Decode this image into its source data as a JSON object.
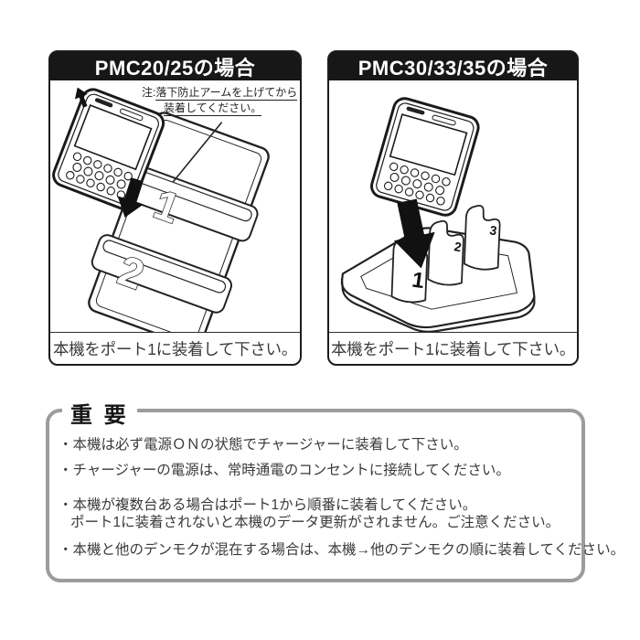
{
  "panels": [
    {
      "header": "PMC20/25の場合",
      "note_prefix": "注:",
      "note_line1": "落下防止アームを上げてから",
      "note_line2": "装着してください。",
      "caption": "本機をポート1に装着して下さい。",
      "port_labels": [
        "1",
        "2"
      ]
    },
    {
      "header": "PMC30/33/35の場合",
      "caption": "本機をポート1に装着して下さい。",
      "port_labels": [
        "1",
        "2",
        "3"
      ]
    }
  ],
  "important": {
    "title": "重 要",
    "items": [
      {
        "lines": [
          "・本機は必ず電源ＯＮの状態でチャージャーに装着して下さい。"
        ]
      },
      {
        "lines": [
          "・チャージャーの電源は、常時通電のコンセントに接続してください。"
        ]
      },
      {
        "lines": [
          "・本機が複数台ある場合はポート1から順番に装着してください。",
          "ポート1に装着されないと本機のデータ更新がされません。ご注意ください。"
        ]
      },
      {
        "lines": [
          "・本機と他のデンモクが混在する場合は、本機→他のデンモクの順に装着してください。"
        ]
      }
    ]
  },
  "colors": {
    "header_bg": "#171717",
    "header_text": "#ffffff",
    "line_art": "#222222",
    "box_border": "#9c9c9c",
    "body_text": "#3a3a3a"
  }
}
